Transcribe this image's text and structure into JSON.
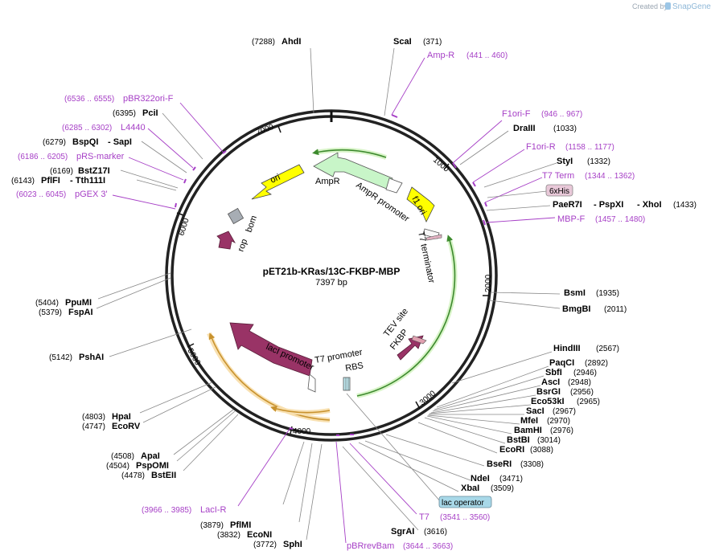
{
  "credit": {
    "prefix": "Created by",
    "brand": "SnapGene"
  },
  "plasmid": {
    "name": "pET21b-KRas/13C-FKBP-MBP",
    "size": "7397 bp"
  },
  "ticks": [
    "1000",
    "2000",
    "3000",
    "4000",
    "5000",
    "6000",
    "7000"
  ],
  "sites": [
    {
      "name": "AhdI",
      "num": "(7288)"
    },
    {
      "name": "ScaI",
      "num": "(371)"
    },
    {
      "name": "DraIII",
      "num": "(1033)"
    },
    {
      "name": "StyI",
      "num": "(1332)"
    },
    {
      "name": "PaeR7I",
      "sep": "- PspXI",
      "sep2": "- XhoI",
      "num": "(1433)"
    },
    {
      "name": "BsmI",
      "num": "(1935)"
    },
    {
      "name": "BmgBI",
      "num": "(2011)"
    },
    {
      "name": "HindIII",
      "num": "(2567)"
    },
    {
      "name": "PaqCI",
      "num": "(2892)"
    },
    {
      "name": "SbfI",
      "num": "(2946)"
    },
    {
      "name": "AscI",
      "num": "(2948)"
    },
    {
      "name": "BsrGI",
      "num": "(2956)"
    },
    {
      "name": "Eco53kI",
      "num": "(2965)"
    },
    {
      "name": "SacI",
      "num": "(2967)"
    },
    {
      "name": "MfeI",
      "num": "(2970)"
    },
    {
      "name": "BamHI",
      "num": "(2976)"
    },
    {
      "name": "BstBI",
      "num": "(3014)"
    },
    {
      "name": "EcoRI",
      "num": "(3088)"
    },
    {
      "name": "BseRI",
      "num": "(3308)"
    },
    {
      "name": "NdeI",
      "num": "(3471)"
    },
    {
      "name": "XbaI",
      "num": "(3509)"
    },
    {
      "name": "SgrAI",
      "num": "(3616)"
    },
    {
      "name": "SphI",
      "num": "(3772)"
    },
    {
      "name": "EcoNI",
      "num": "(3832)"
    },
    {
      "name": "PflMI",
      "num": "(3879)"
    },
    {
      "name": "BstEII",
      "num": "(4478)"
    },
    {
      "name": "PspOMI",
      "num": "(4504)"
    },
    {
      "name": "ApaI",
      "num": "(4508)"
    },
    {
      "name": "EcoRV",
      "num": "(4747)"
    },
    {
      "name": "HpaI",
      "num": "(4803)"
    },
    {
      "name": "PshAI",
      "num": "(5142)"
    },
    {
      "name": "FspAI",
      "num": "(5379)"
    },
    {
      "name": "PpuMI",
      "num": "(5404)"
    },
    {
      "name": "PflFI",
      "sep": "- Tth111I",
      "num": "(6143)"
    },
    {
      "name": "BstZ17I",
      "num": "(6169)"
    },
    {
      "name": "BspQI",
      "sep": "- SapI",
      "num": "(6279)"
    },
    {
      "name": "PciI",
      "num": "(6395)"
    }
  ],
  "primers": [
    {
      "name": "Amp-R",
      "range": "(441 .. 460)"
    },
    {
      "name": "F1ori-F",
      "range": "(946 .. 967)"
    },
    {
      "name": "F1ori-R",
      "range": "(1158 .. 1177)"
    },
    {
      "name": "T7 Term",
      "range": "(1344 .. 1362)"
    },
    {
      "name": "MBP-F",
      "range": "(1457 .. 1480)"
    },
    {
      "name": "T7",
      "range": "(3541 .. 3560)"
    },
    {
      "name": "pBRrevBam",
      "range": "(3644 .. 3663)"
    },
    {
      "name": "LacI-R",
      "range": "(3966 .. 3985)"
    },
    {
      "name": "pGEX 3'",
      "range": "(6023 .. 6045)"
    },
    {
      "name": "pRS-marker",
      "range": "(6186 .. 6205)"
    },
    {
      "name": "L4440",
      "range": "(6285 .. 6302)"
    },
    {
      "name": "pBR322ori-F",
      "range": "(6536 .. 6555)"
    }
  ],
  "boxes": {
    "his": "6xHis",
    "lacop": "lac operator"
  },
  "features": {
    "ori": "ori",
    "ampr": "AmpR",
    "ampr_promoter": "AmpR promoter",
    "f1ori": "f1 ori",
    "t7term": "T7 terminator",
    "tev": "TEV site",
    "fkbp": "FKBP",
    "t7promoter": "T7 promoter",
    "rbs": "RBS",
    "laci_promoter": "lacI promoter",
    "laci": "lacI",
    "rop": "rop",
    "bom": "bom"
  },
  "colors": {
    "primer": "#a63fc6",
    "feature_yellow": "#ffff00",
    "feature_green": "#c8f5c8",
    "feature_purple": "#993366",
    "orf_green": "#3d8a2e",
    "orf_orange": "#c8922e"
  }
}
